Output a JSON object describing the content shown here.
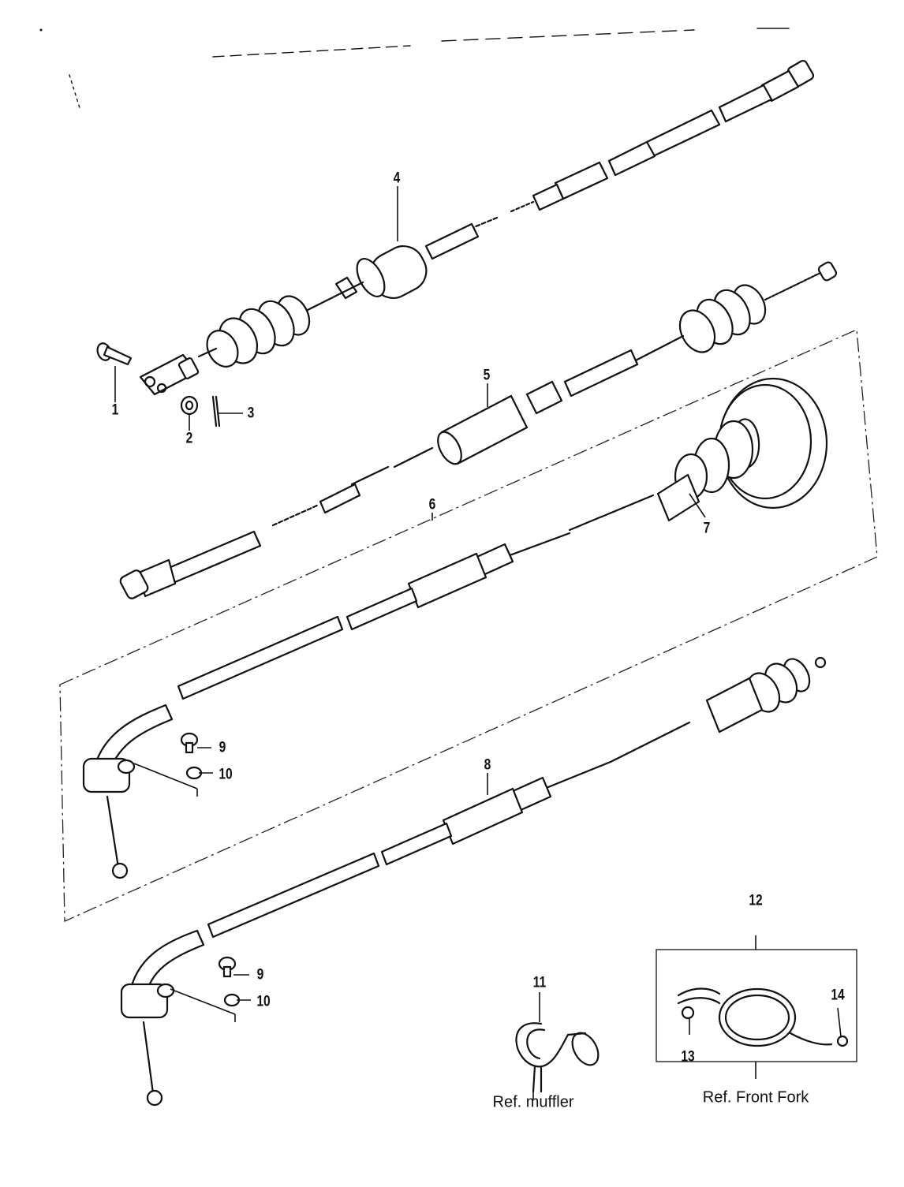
{
  "diagram": {
    "callouts": [
      {
        "id": "c1",
        "text": "1"
      },
      {
        "id": "c2",
        "text": "2"
      },
      {
        "id": "c3",
        "text": "3"
      },
      {
        "id": "c4",
        "text": "4"
      },
      {
        "id": "c5",
        "text": "5"
      },
      {
        "id": "c6",
        "text": "6"
      },
      {
        "id": "c7",
        "text": "7"
      },
      {
        "id": "c8",
        "text": "8"
      },
      {
        "id": "c9a",
        "text": "9"
      },
      {
        "id": "c10a",
        "text": "10"
      },
      {
        "id": "c9b",
        "text": "9"
      },
      {
        "id": "c10b",
        "text": "10"
      },
      {
        "id": "c11",
        "text": "11"
      },
      {
        "id": "c12",
        "text": "12"
      },
      {
        "id": "c13",
        "text": "13"
      },
      {
        "id": "c14",
        "text": "14"
      }
    ],
    "references": {
      "muffler": "Ref. muffler",
      "front_fork": "Ref. Front Fork"
    }
  }
}
